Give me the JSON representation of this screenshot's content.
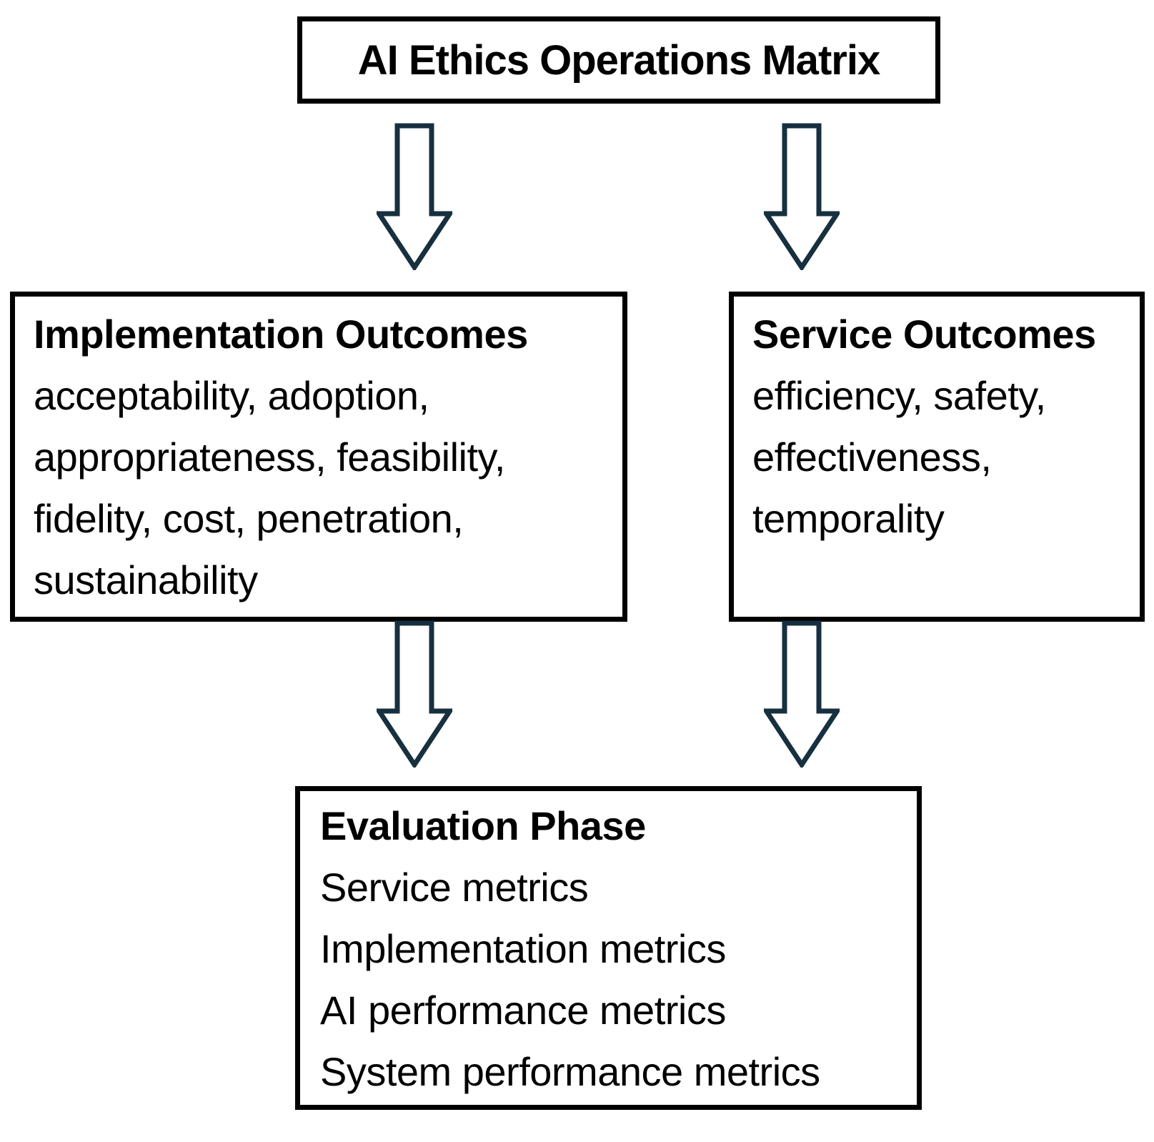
{
  "diagram": {
    "colors": {
      "background": "#ffffff",
      "border": "#000000",
      "text": "#000000",
      "arrow": "#17303f"
    },
    "title_box": {
      "title": "AI Ethics Operations Matrix"
    },
    "implementation_box": {
      "title": "Implementation Outcomes",
      "lines": [
        "acceptability, adoption,",
        "appropriateness, feasibility,",
        "fidelity, cost, penetration,",
        "sustainability"
      ]
    },
    "service_box": {
      "title": "Service Outcomes",
      "lines": [
        "efficiency, safety,",
        "effectiveness,",
        "temporality"
      ]
    },
    "evaluation_box": {
      "title": "Evaluation Phase",
      "lines": [
        "Service metrics",
        "Implementation metrics",
        "AI performance metrics",
        "System performance metrics"
      ]
    },
    "icons": {
      "down_arrow": "down-arrow-icon",
      "down_arrow_count": 4
    }
  }
}
